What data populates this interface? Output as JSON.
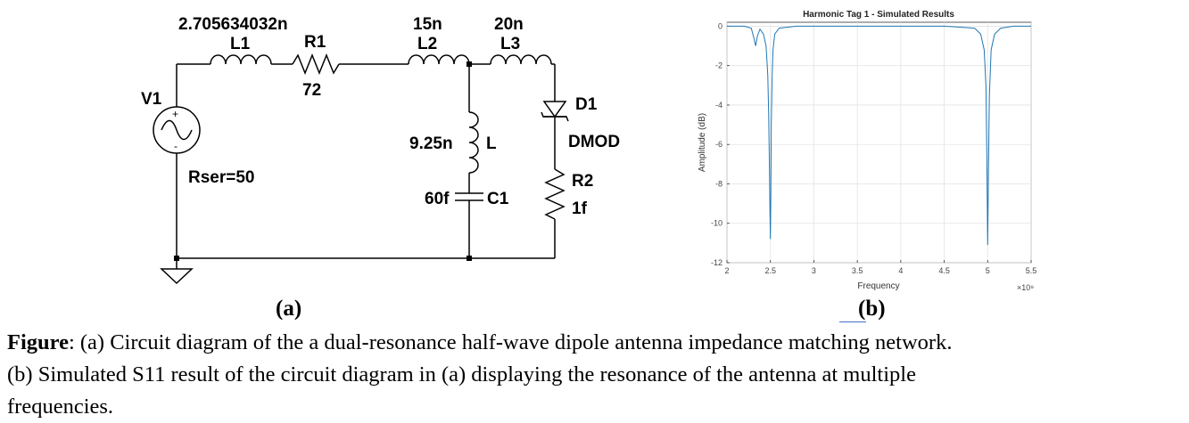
{
  "circuit": {
    "labels": {
      "l1_value": "2.705634032n",
      "l1": "L1",
      "r1": "R1",
      "r1_value": "72",
      "l2_value": "15n",
      "l2": "L2",
      "l3_value": "20n",
      "l3": "L3",
      "v1": "V1",
      "rser": "Rser=50",
      "l_value": "9.25n",
      "l": "L",
      "c1_value": "60f",
      "c1": "C1",
      "d1": "D1",
      "dmod": "DMOD",
      "r2": "R2",
      "r2_value": "1f"
    }
  },
  "sublabels": {
    "a": "(a)",
    "b": "(b)"
  },
  "caption": {
    "bold": "Figure",
    "line1_rest": ": (a) Circuit diagram of the a dual-resonance half-wave dipole antenna impedance matching network.",
    "line2": "(b) Simulated S11 result of the circuit diagram in (a) displaying the resonance of the antenna at multiple",
    "line3": "frequencies."
  },
  "chart_data": {
    "type": "line",
    "title": "Harmonic Tag 1 - Simulated Results",
    "xlabel": "Frequency",
    "ylabel": "Amplitude (dB)",
    "x_exponent_label": "×10⁹",
    "xlim": [
      2,
      5.5
    ],
    "ylim": [
      -12,
      0.2
    ],
    "xticks": [
      2,
      2.5,
      3,
      3.5,
      4,
      4.5,
      5,
      5.5
    ],
    "xtick_labels": [
      "2",
      "2.5",
      "3",
      "3.5",
      "4",
      "4.5",
      "5",
      "5.5"
    ],
    "yticks": [
      0,
      -2,
      -4,
      -6,
      -8,
      -10,
      -12
    ],
    "ytick_labels": [
      "0",
      "-2",
      "-4",
      "-6",
      "-8",
      "-10",
      "-12"
    ],
    "grid": true,
    "line_color": "#1f77b4",
    "series": [
      {
        "x": [
          2.0,
          2.2,
          2.28,
          2.31,
          2.33,
          2.35,
          2.38,
          2.42,
          2.45,
          2.47,
          2.48,
          2.49,
          2.495,
          2.5,
          2.505,
          2.51,
          2.52,
          2.53,
          2.55,
          2.6,
          2.8,
          3.5,
          4.5,
          4.85,
          4.92,
          4.96,
          4.98,
          4.99,
          5.0,
          5.01,
          5.02,
          5.04,
          5.08,
          5.15,
          5.3,
          5.5
        ],
        "y": [
          0,
          0,
          -0.1,
          -0.6,
          -1.0,
          -0.5,
          -0.15,
          -0.4,
          -1.0,
          -2.5,
          -4.5,
          -7.5,
          -9.5,
          -10.8,
          -8.5,
          -5.0,
          -2.5,
          -1.2,
          -0.4,
          -0.1,
          0,
          0,
          0,
          -0.1,
          -0.4,
          -1.2,
          -3.0,
          -6.5,
          -11.1,
          -7.0,
          -3.5,
          -1.2,
          -0.4,
          -0.1,
          0,
          0
        ]
      }
    ]
  }
}
